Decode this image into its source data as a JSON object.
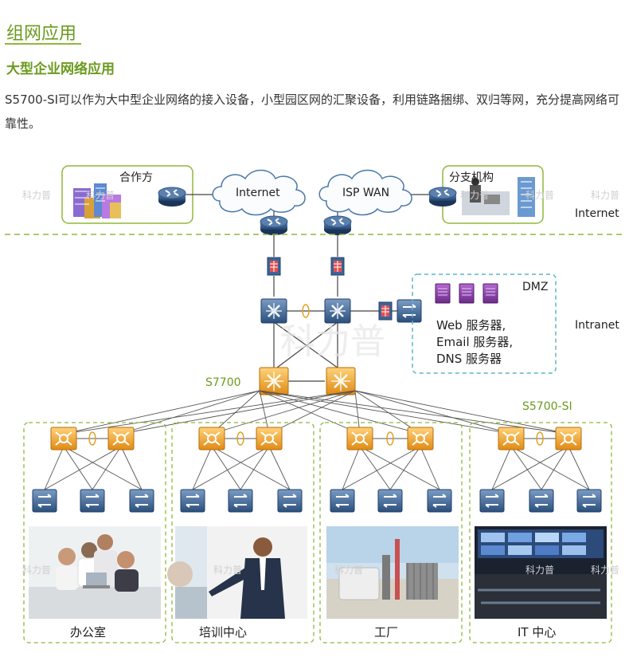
{
  "header": {
    "title": "组网应用",
    "subtitle": "大型企业网络应用",
    "paragraph": "S5700-SI可以作为大中型企业网络的接入设备，小型园区网的汇聚设备，利用链路捆绑、双归等网，充分提高网络可靠性。"
  },
  "diagram": {
    "partner_label": "合作方",
    "branch_label": "分支机构",
    "cloud_internet": "Internet",
    "cloud_isp": "ISP WAN",
    "zone_internet": "Internet",
    "zone_intranet": "Intranet",
    "dmz_label": "DMZ",
    "dmz_servers": [
      "Web 服务器,",
      "Email 服务器,",
      "DNS 服务器"
    ],
    "core_label": "S7700",
    "access_label": "S5700-SI",
    "sites": [
      "办公室",
      "培训中心",
      "工厂",
      "IT 中心"
    ],
    "watermark": "科力普"
  },
  "colors": {
    "accent_green": "#6a9a1e",
    "router_blue": "#2d5a8c",
    "switch_orange": "#f0a830",
    "dmz_border": "#5bb5c7"
  }
}
